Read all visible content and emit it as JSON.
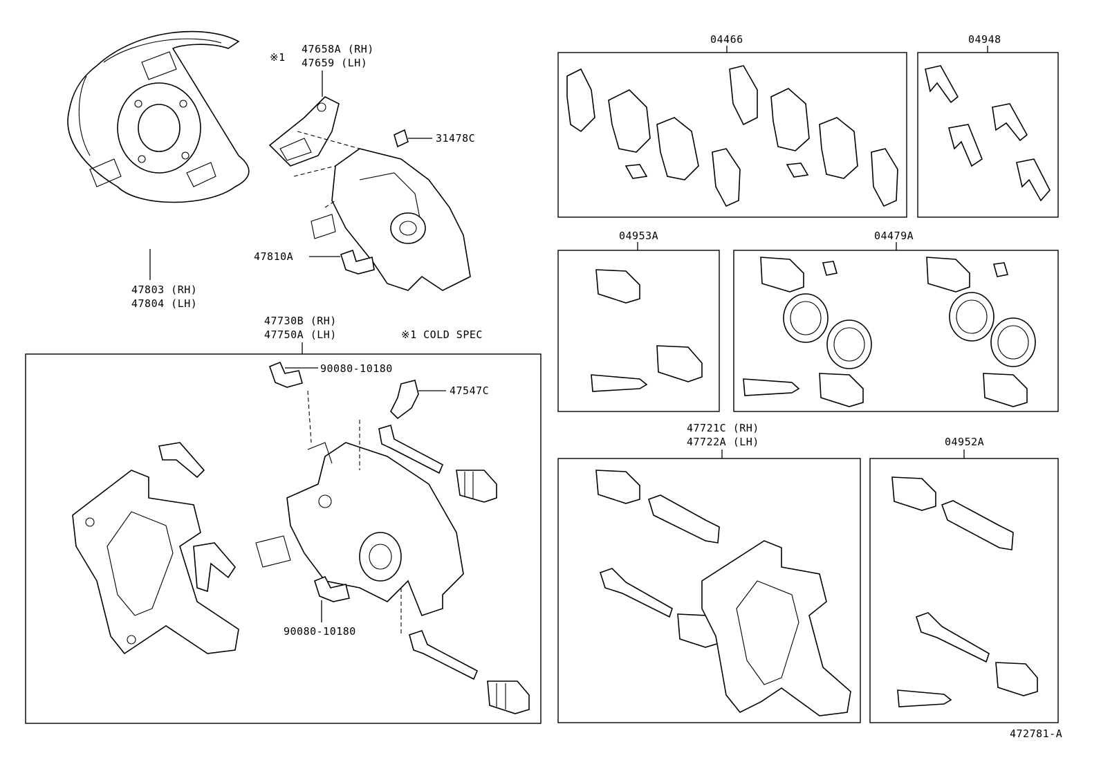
{
  "labels": {
    "dust_cover": {
      "rh": "47803 (RH)",
      "lh": "47804 (LH)"
    },
    "cold_mark_top": "※1",
    "parking_brake_bracket": {
      "rh": "47658A (RH)",
      "lh": "47659  (LH)"
    },
    "bleeder_cap": "31478C",
    "caliper_bolt_top": "47810A",
    "cylinder_assy": {
      "rh": "47730B (RH)",
      "lh": "47750A (LH)"
    },
    "cold_spec": "※1 COLD SPEC",
    "bolt_upper": "90080-10180",
    "bleeder_plug": "47547C",
    "bolt_lower": "90080-10180",
    "pad_kit": "04466",
    "shim_kit": "04948",
    "boot_kit_small": "04953A",
    "cylinder_kit": "04479A",
    "mounting_assy": {
      "rh": "47721C (RH)",
      "lh": "47722A (LH)"
    },
    "boot_kit_pins": "04952A",
    "diagram_id": "472781-A"
  }
}
